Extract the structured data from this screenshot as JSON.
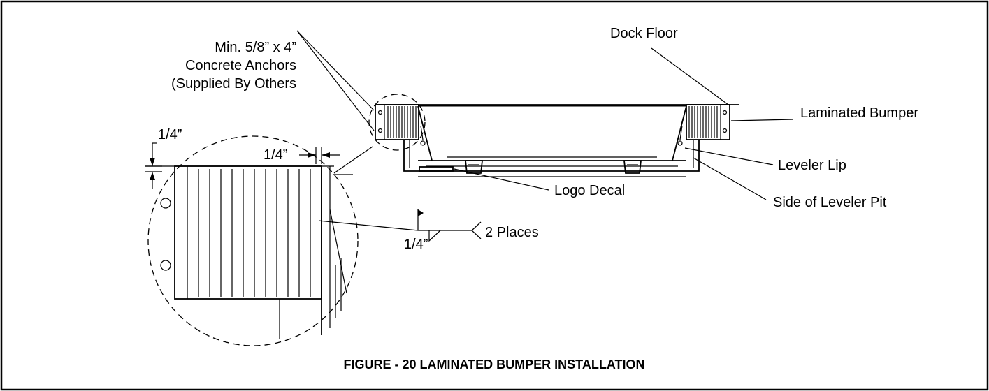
{
  "labels": {
    "dock_floor": "Dock Floor",
    "anchors_line1": "Min. 5/8” x 4”",
    "anchors_line2": "Concrete Anchors",
    "anchors_line3": "(Supplied By Others",
    "laminated_bumper": "Laminated Bumper",
    "leveler_lip": "Leveler Lip",
    "side_of_pit": "Side of Leveler Pit",
    "logo_decal": "Logo Decal",
    "gap_vertical": "1/4”",
    "gap_horizontal": "1/4”",
    "weld_size": "1/4”",
    "weld_places": "2 Places"
  },
  "caption": "FIGURE - 20 LAMINATED BUMPER INSTALLATION"
}
